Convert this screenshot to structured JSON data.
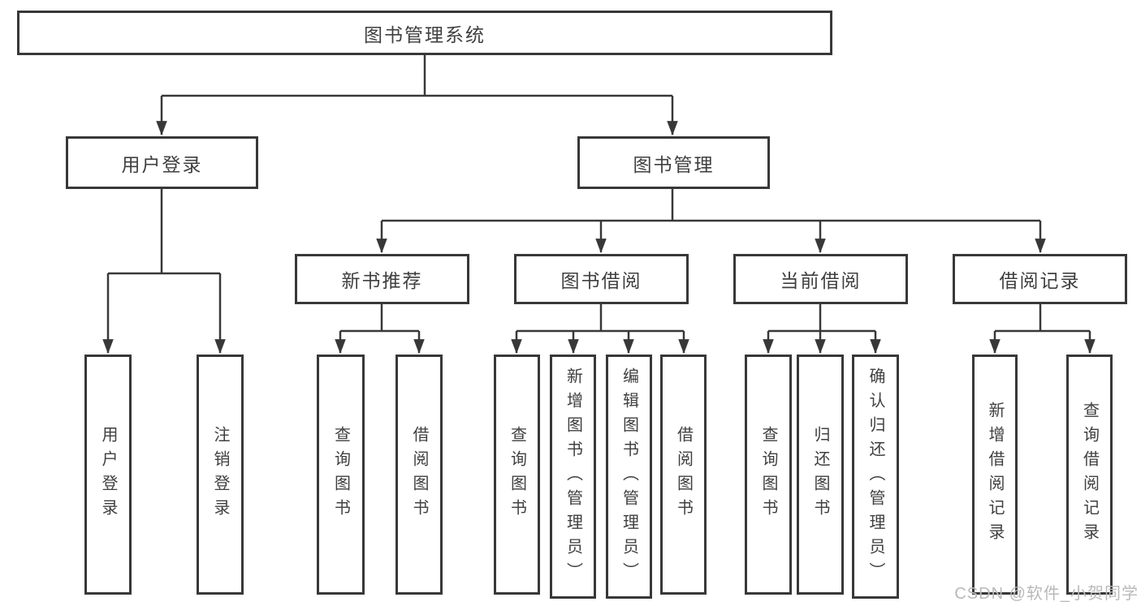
{
  "diagram": {
    "root": {
      "label": "图书管理系统"
    },
    "level2": {
      "user_login": "用户登录",
      "book_mgmt": "图书管理"
    },
    "level3": {
      "new_books": "新书推荐",
      "borrow": "图书借阅",
      "current": "当前借阅",
      "records": "借阅记录"
    },
    "leaves": {
      "ul_login": "用户登录",
      "ul_logout": "注销登录",
      "nb_query": "查询图书",
      "nb_borrow": "借阅图书",
      "bw_query": "查询图书",
      "bw_add": "新增图书（管理员）",
      "bw_edit": "编辑图书（管理员）",
      "bw_borrow": "借阅图书",
      "cu_query": "查询图书",
      "cu_return": "归还图书",
      "cu_confirm": "确认归还（管理员）",
      "rc_add": "新增借阅记录",
      "rc_query": "查询借阅记录"
    },
    "watermark": "CSDN @软件_小贺同学",
    "colors": {
      "line": "#383838",
      "box_border": "#383838",
      "text": "#3f3f3f",
      "background": "#ffffff",
      "watermark": "#b9b9b9"
    }
  }
}
